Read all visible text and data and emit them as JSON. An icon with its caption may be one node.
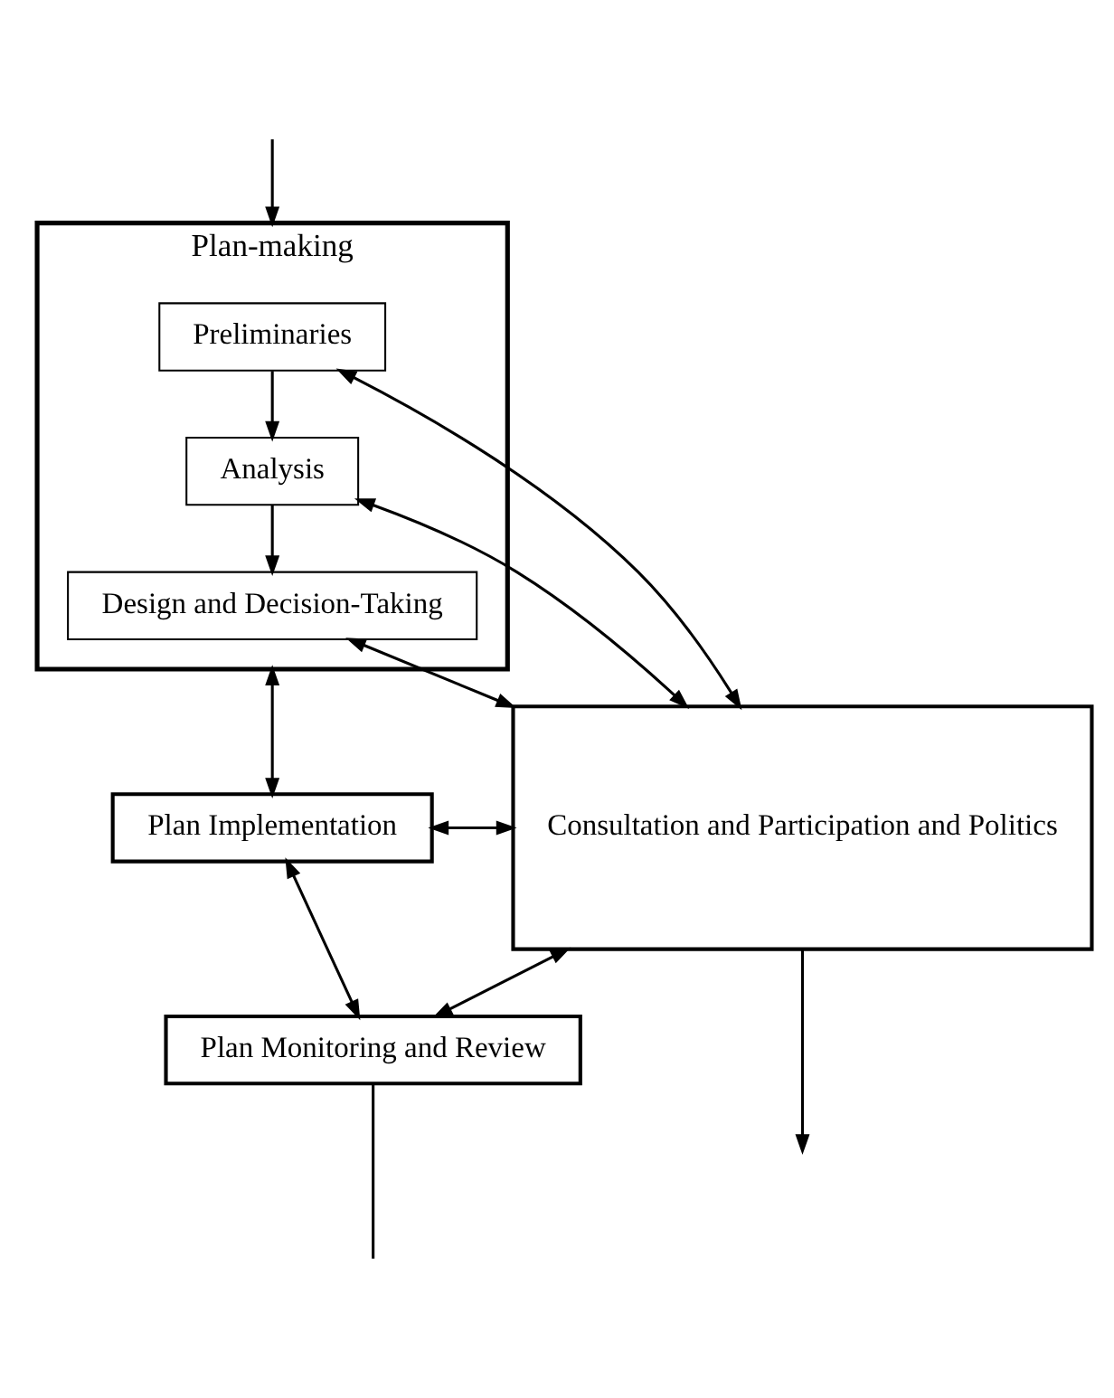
{
  "diagram": {
    "nodes": [
      {
        "text": [
          "Plan-making"
        ]
      },
      {
        "text": [
          "Preliminaries"
        ],
        "in": 0
      },
      {
        "text": [
          "Analysis"
        ],
        "in": 0
      },
      {
        "text": [
          "Design and Decision-Taking"
        ],
        "in": 0
      },
      {
        "text": [
          "Plan Implementation"
        ]
      },
      {
        "text": [
          "Plan Monitoring and Review"
        ]
      },
      {
        "text": [
          "Consultation and Participation and Politics"
        ]
      }
    ],
    "edges": [
      {
        "from": 1,
        "to": 2,
        "arrow": "to"
      },
      {
        "from": 2,
        "to": 3,
        "arrow": "to"
      },
      {
        "from": 0,
        "to": 4,
        "arrow": "both"
      },
      {
        "from": 4,
        "to": 6,
        "arrow": "both"
      },
      {
        "from": 4,
        "to": 5,
        "arrow": "both"
      },
      {
        "from": 6,
        "to": 1,
        "arrow": "both"
      },
      {
        "from": 6,
        "to": 2,
        "arrow": "both"
      },
      {
        "from": 6,
        "to": 3,
        "arrow": "both"
      },
      {
        "from": 5,
        "to": 6,
        "arrow": "both"
      },
      {
        "from": null,
        "to": 0,
        "arrow": "to"
      },
      {
        "from": 6,
        "to": null,
        "arrow": "to"
      },
      {
        "from": 5,
        "to": null,
        "arrow": "none"
      }
    ]
  }
}
